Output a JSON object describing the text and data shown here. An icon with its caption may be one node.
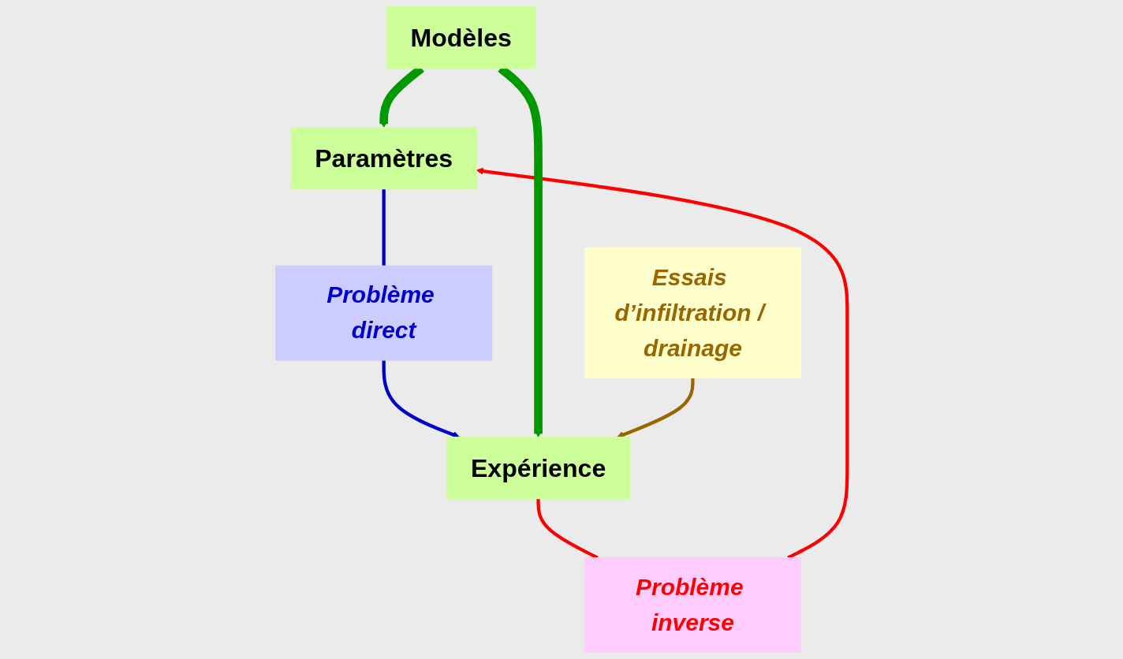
{
  "diagram": {
    "nodes": [
      {
        "text": [
          "Paramètres"
        ]
      },
      {
        "text": [
          "Problème direct"
        ]
      },
      {
        "text": [
          "Modèles"
        ]
      },
      {
        "text": [
          "Expérience"
        ]
      },
      {
        "text": [
          "Problème inverse"
        ]
      },
      {
        "text": [
          "Essais d’infiltration / drainage"
        ]
      }
    ],
    "edges": [
      {
        "from": 0,
        "to": 1,
        "arrow": "none",
        "color": "#0000cc"
      },
      {
        "from": 1,
        "to": 3,
        "arrow": "to",
        "color": "#0000cc"
      },
      {
        "from": 3,
        "to": 4,
        "arrow": "none",
        "color": "#ff0000"
      },
      {
        "from": 4,
        "to": 0,
        "arrow": "to",
        "color": "#ff0000"
      },
      {
        "from": 2,
        "to": 0,
        "arrow": "to",
        "style": "thick",
        "color": "#009900"
      },
      {
        "from": 2,
        "to": 3,
        "arrow": "to",
        "style": "thick",
        "color": "#009900"
      },
      {
        "from": 5,
        "to": 3,
        "arrow": "to",
        "color": "#996600"
      }
    ]
  }
}
